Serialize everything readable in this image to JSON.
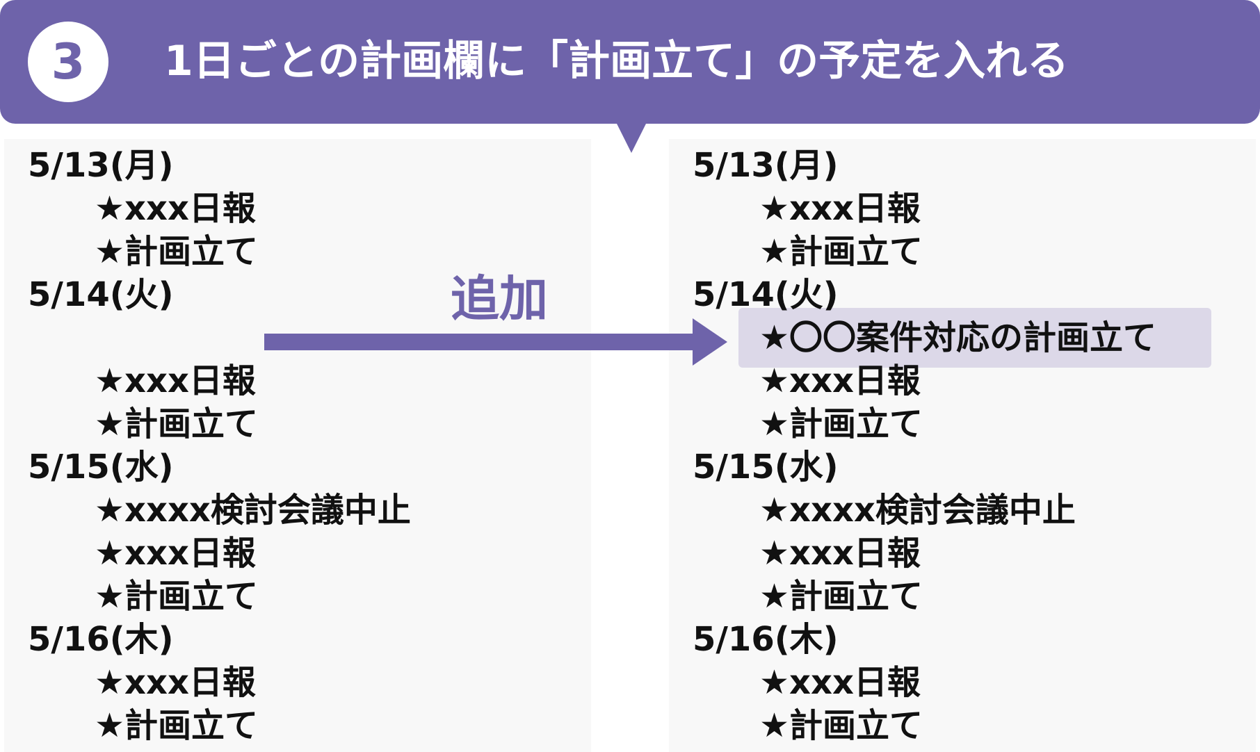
{
  "header": {
    "step_number": "3",
    "title": "1日ごとの計画欄に「計画立て」の予定を入れる"
  },
  "arrow": {
    "label": "追加"
  },
  "colors": {
    "accent": "#6e63aa",
    "highlight": "#dcd8e8",
    "panel": "#f8f8f8"
  },
  "before": [
    {
      "date": "5/13(月)",
      "items": [
        "★xxx日報",
        "★計画立て"
      ]
    },
    {
      "date": "5/14(火)",
      "items": [
        "",
        "★xxx日報",
        "★計画立て"
      ]
    },
    {
      "date": "5/15(水)",
      "items": [
        "★xxxx検討会議中止",
        "★xxx日報",
        "★計画立て"
      ]
    },
    {
      "date": "5/16(木)",
      "items": [
        "★xxx日報",
        "★計画立て"
      ]
    }
  ],
  "after": [
    {
      "date": "5/13(月)",
      "items": [
        "★xxx日報",
        "★計画立て"
      ]
    },
    {
      "date": "5/14(火)",
      "items": [
        "★〇〇案件対応の計画立て",
        "★xxx日報",
        "★計画立て"
      ]
    },
    {
      "date": "5/15(水)",
      "items": [
        "★xxxx検討会議中止",
        "★xxx日報",
        "★計画立て"
      ]
    },
    {
      "date": "5/16(木)",
      "items": [
        "★xxx日報",
        "★計画立て"
      ]
    }
  ]
}
